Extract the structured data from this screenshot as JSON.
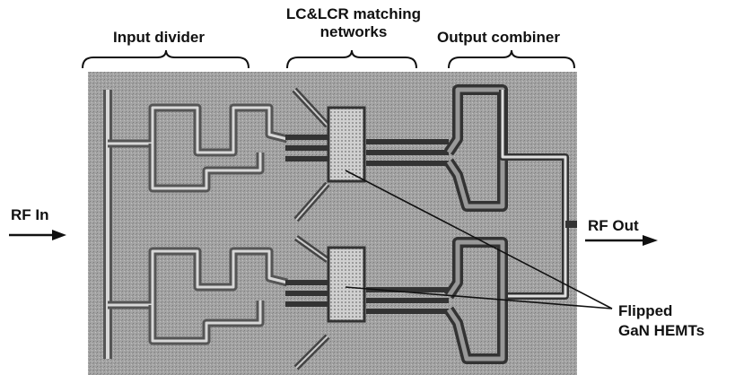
{
  "labels": {
    "input_divider": "Input divider",
    "matching_line1": "LC&LCR matching",
    "matching_line2": "networks",
    "output_combiner": "Output combiner",
    "rf_in": "RF In",
    "rf_out": "RF Out",
    "flipped_line1": "Flipped",
    "flipped_line2": "GaN HEMTs"
  },
  "colors": {
    "chip_background": "#9a9a9a",
    "trace_dark": "#3a3a3a",
    "trace_light": "#d8d8d8",
    "text": "#111111"
  }
}
